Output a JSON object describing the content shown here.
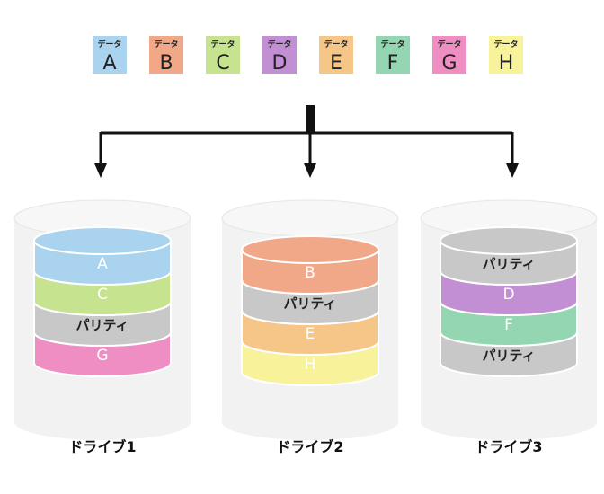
{
  "data_blocks": [
    {
      "tag": "データ",
      "letter": "A",
      "color": "#a9d3ee"
    },
    {
      "tag": "データ",
      "letter": "B",
      "color": "#f0a889"
    },
    {
      "tag": "データ",
      "letter": "C",
      "color": "#c6e38f"
    },
    {
      "tag": "データ",
      "letter": "D",
      "color": "#c28fd4"
    },
    {
      "tag": "データ",
      "letter": "E",
      "color": "#f6c688"
    },
    {
      "tag": "データ",
      "letter": "F",
      "color": "#94d6b2"
    },
    {
      "tag": "データ",
      "letter": "G",
      "color": "#ef8ec2"
    },
    {
      "tag": "データ",
      "letter": "H",
      "color": "#f8f29a"
    }
  ],
  "drives": [
    {
      "label": "ドライブ1",
      "layers": [
        {
          "text": "A",
          "color": "#a9d3ee",
          "text_color": "#ffffff"
        },
        {
          "text": "C",
          "color": "#c6e38f",
          "text_color": "#ffffff"
        },
        {
          "text": "パリティ",
          "color": "#c8c8c8",
          "text_color": "#222222"
        },
        {
          "text": "G",
          "color": "#ef8ec2",
          "text_color": "#ffffff"
        }
      ]
    },
    {
      "label": "ドライブ2",
      "layers": [
        {
          "text": "B",
          "color": "#f0a889",
          "text_color": "#ffffff"
        },
        {
          "text": "パリティ",
          "color": "#c8c8c8",
          "text_color": "#222222"
        },
        {
          "text": "E",
          "color": "#f6c688",
          "text_color": "#ffffff"
        },
        {
          "text": "H",
          "color": "#f8f29a",
          "text_color": "#ffffff"
        }
      ]
    },
    {
      "label": "ドライブ3",
      "layers": [
        {
          "text": "パリティ",
          "color": "#c8c8c8",
          "text_color": "#222222"
        },
        {
          "text": "D",
          "color": "#c28fd4",
          "text_color": "#ffffff"
        },
        {
          "text": "F",
          "color": "#94d6b2",
          "text_color": "#ffffff"
        },
        {
          "text": "パリティ",
          "color": "#c8c8c8",
          "text_color": "#222222"
        }
      ]
    }
  ],
  "colors": {
    "arrow": "#111111",
    "container_fill": "#f2f2f2",
    "container_top": "#f7f7f7",
    "label_text": "#111111"
  }
}
